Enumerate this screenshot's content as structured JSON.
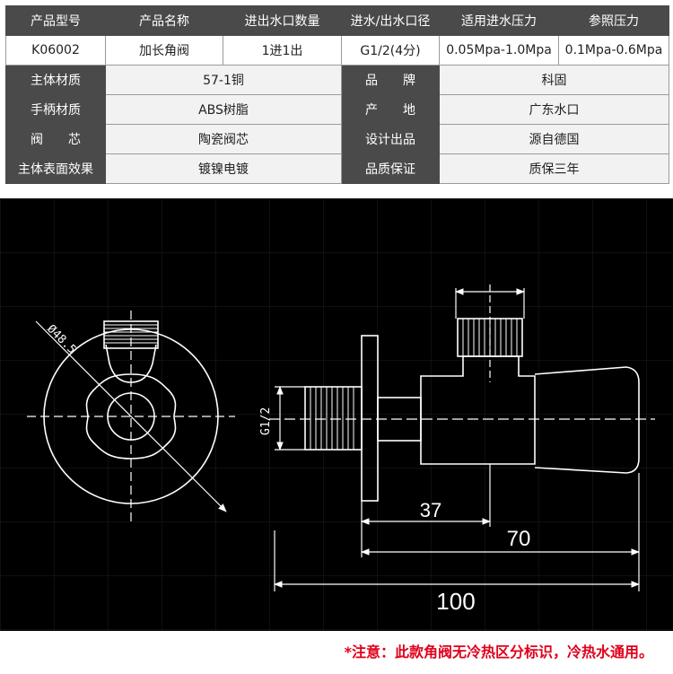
{
  "table": {
    "header": [
      "产品型号",
      "产品名称",
      "进出水口数量",
      "进水/出水口径",
      "适用进水压力",
      "参照压力"
    ],
    "values": [
      "K06002",
      "加长角阀",
      "1进1出",
      "G1/2(4分)",
      "0.05Mpa-1.0Mpa",
      "0.1Mpa-0.6Mpa"
    ],
    "rows": [
      {
        "label_left": "主体材质",
        "value_left": "57-1铜",
        "label_right": "品　　牌",
        "value_right": "科固"
      },
      {
        "label_left": "手柄材质",
        "value_left": "ABS树脂",
        "label_right": "产　　地",
        "value_right": "广东水口"
      },
      {
        "label_left": "阀　　芯",
        "value_left": "陶瓷阀芯",
        "label_right": "设计出品",
        "value_right": "源自德国"
      },
      {
        "label_left": "主体表面效果",
        "value_left": "镀镍电镀",
        "label_right": "品质保证",
        "value_right": "质保三年"
      }
    ]
  },
  "drawing": {
    "diameter_label": "Ø48.5",
    "thread_label": "G1/2",
    "dim_37": "37",
    "dim_70": "70",
    "dim_100": "100"
  },
  "note": "*注意：此款角阀无冷热区分标识，冷热水通用。"
}
